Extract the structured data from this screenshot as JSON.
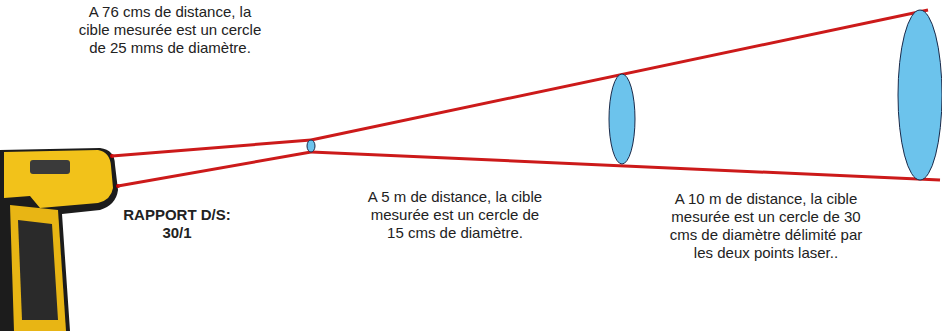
{
  "diagram": {
    "labels": [
      "A 76 cms de distance, la cible mesurée est un cercle de 25 mms de diamètre.",
      "RAPPORT D/S: 30/1",
      "A 5 m de distance, la cible mesurée est un cercle de 15 cms de diamètre.",
      "A 10 m de distance, la cible mesurée est un cercle de 30 cms de diamètre délimité par les deux points laser.."
    ]
  }
}
